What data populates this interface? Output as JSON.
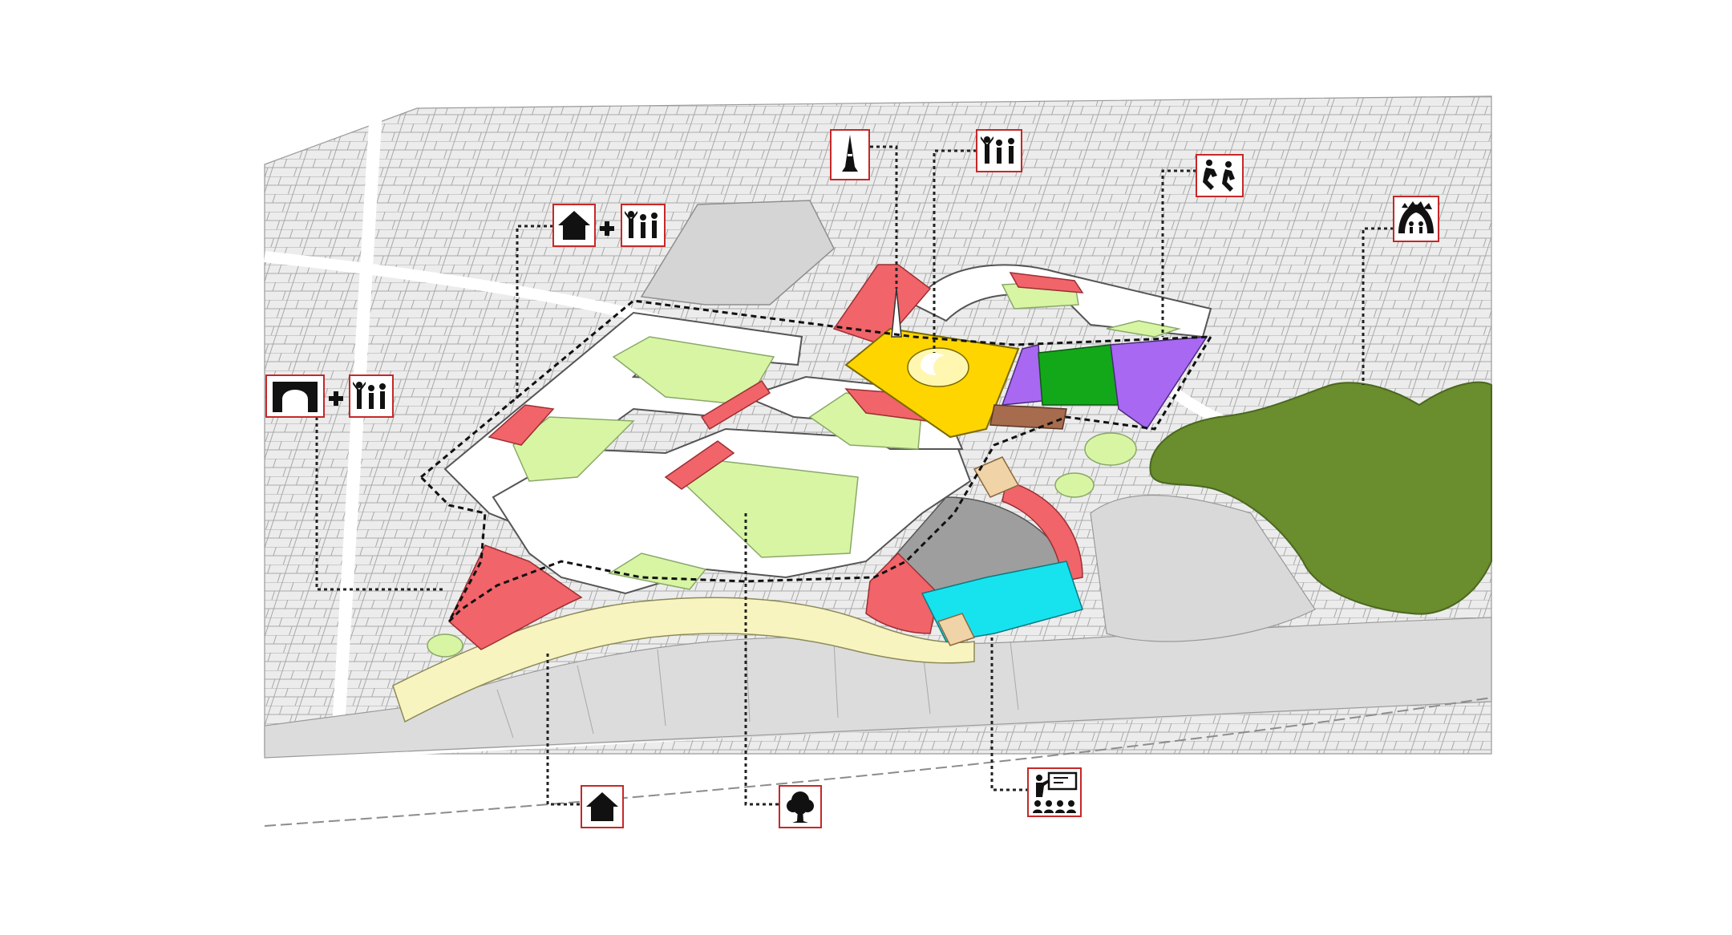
{
  "diagram": {
    "title": "",
    "colors": {
      "background": "#ffffff",
      "city_fabric": "#e9e9e9",
      "city_lines": "#9a9a9a",
      "housing_blocks": "#ffffff",
      "courtyard_green": "#d7f5a3",
      "red_volumes": "#f0646a",
      "plaza_yellow": "#ffd500",
      "sports_green": "#13a81a",
      "purple_zone": "#a868f2",
      "school_cyan": "#17e3ef",
      "promenade_cream": "#f8f4bf",
      "forest_green": "#6a8d2d",
      "gray_ground": "#c9c9c9",
      "icon_frame": "#c62828",
      "leader_line": "#222222"
    },
    "callouts": [
      {
        "id": "bridge-community",
        "icons": [
          "arch-icon",
          "plus-icon",
          "people-icon"
        ]
      },
      {
        "id": "housing-community",
        "icons": [
          "house-icon",
          "plus-icon",
          "people-icon"
        ]
      },
      {
        "id": "monument",
        "icons": [
          "spire-icon"
        ]
      },
      {
        "id": "community-plaza",
        "icons": [
          "people-icon"
        ]
      },
      {
        "id": "sports",
        "icons": [
          "running-icon"
        ]
      },
      {
        "id": "park-play",
        "icons": [
          "playground-icon"
        ]
      },
      {
        "id": "housing",
        "icons": [
          "house-icon"
        ]
      },
      {
        "id": "green-space",
        "icons": [
          "tree-icon"
        ]
      },
      {
        "id": "education",
        "icons": [
          "teacher-icon"
        ]
      }
    ]
  }
}
